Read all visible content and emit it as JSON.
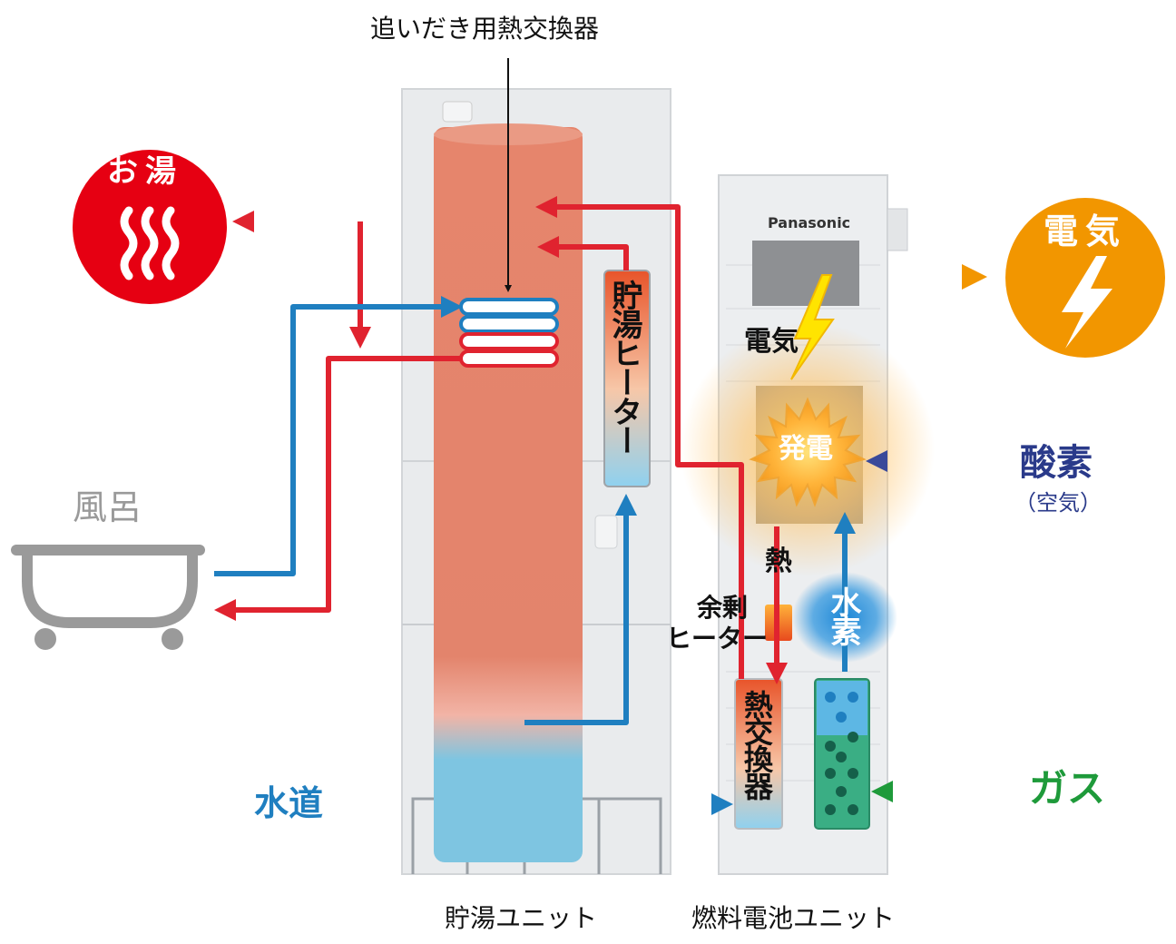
{
  "labels": {
    "oidaki_heat_exchanger": "追いだき用熱交換器",
    "hot_water": "お湯",
    "bath": "風呂",
    "water_supply": "水道",
    "tank_heater": "貯湯ヒーター",
    "brand": "Panasonic",
    "electricity_out": "電気",
    "electricity_inner": "電気",
    "power_generation": "発電",
    "oxygen": "酸素",
    "air": "（空気）",
    "heat": "熱",
    "surplus_heater_line1": "余剰",
    "surplus_heater_line2": "ヒーター",
    "hydrogen": "水素",
    "heat_exchanger": "熱交換器",
    "gas": "ガス",
    "storage_unit": "貯湯ユニット",
    "fuel_cell_unit": "燃料電池ユニット"
  },
  "colors": {
    "hot": "#e0232f",
    "cold": "#1f7fc0",
    "electric": "#f29600",
    "gas": "#1e9a3a",
    "oxygen": "#3a4a9a",
    "hotwater_badge": "#e60012",
    "tank_hot": "#e4826a",
    "tank_cold": "#7cc4e0"
  }
}
